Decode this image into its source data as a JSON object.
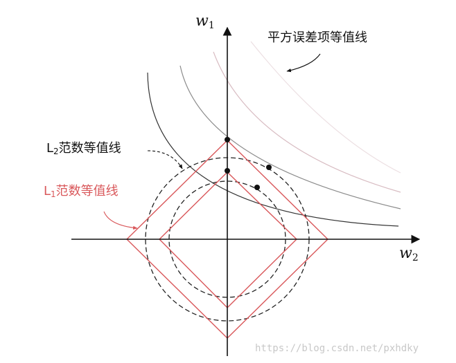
{
  "axes": {
    "vertical": {
      "name": "w",
      "sub": "1"
    },
    "horizontal": {
      "name": "w",
      "sub": "2"
    }
  },
  "labels": {
    "squared_error": "平方误差项等值线",
    "l2": {
      "letter": "L",
      "sub": "2",
      "text": "范数等值线"
    },
    "l1": {
      "letter": "L",
      "sub": "1",
      "text": "范数等值线"
    }
  },
  "watermark": "https://blog.csdn.net/pxhdky",
  "colors": {
    "axis": "#111111",
    "l1_diamond": "#d9585b",
    "l2_circle": "#222222",
    "contour_main": "#333333",
    "contour_faint": "#c9a5ab"
  }
}
